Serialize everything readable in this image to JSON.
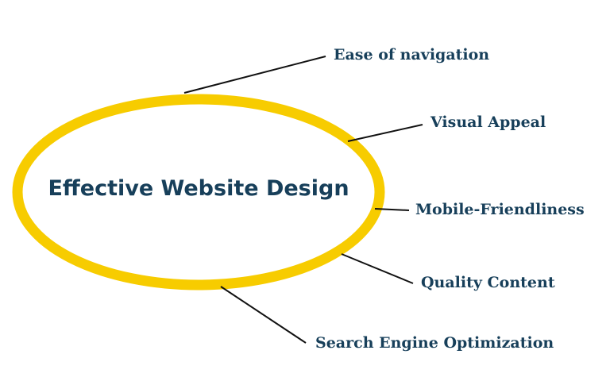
{
  "center_title": "Effective Website Design",
  "branches": [
    {
      "label": "Ease of navigation"
    },
    {
      "label": "Visual Appeal"
    },
    {
      "label": "Mobile-Friendliness"
    },
    {
      "label": "Quality Content"
    },
    {
      "label": "Search Engine Optimization"
    }
  ],
  "colors": {
    "ring": "#f7cc00",
    "text": "#173f5a",
    "line": "#111111"
  }
}
